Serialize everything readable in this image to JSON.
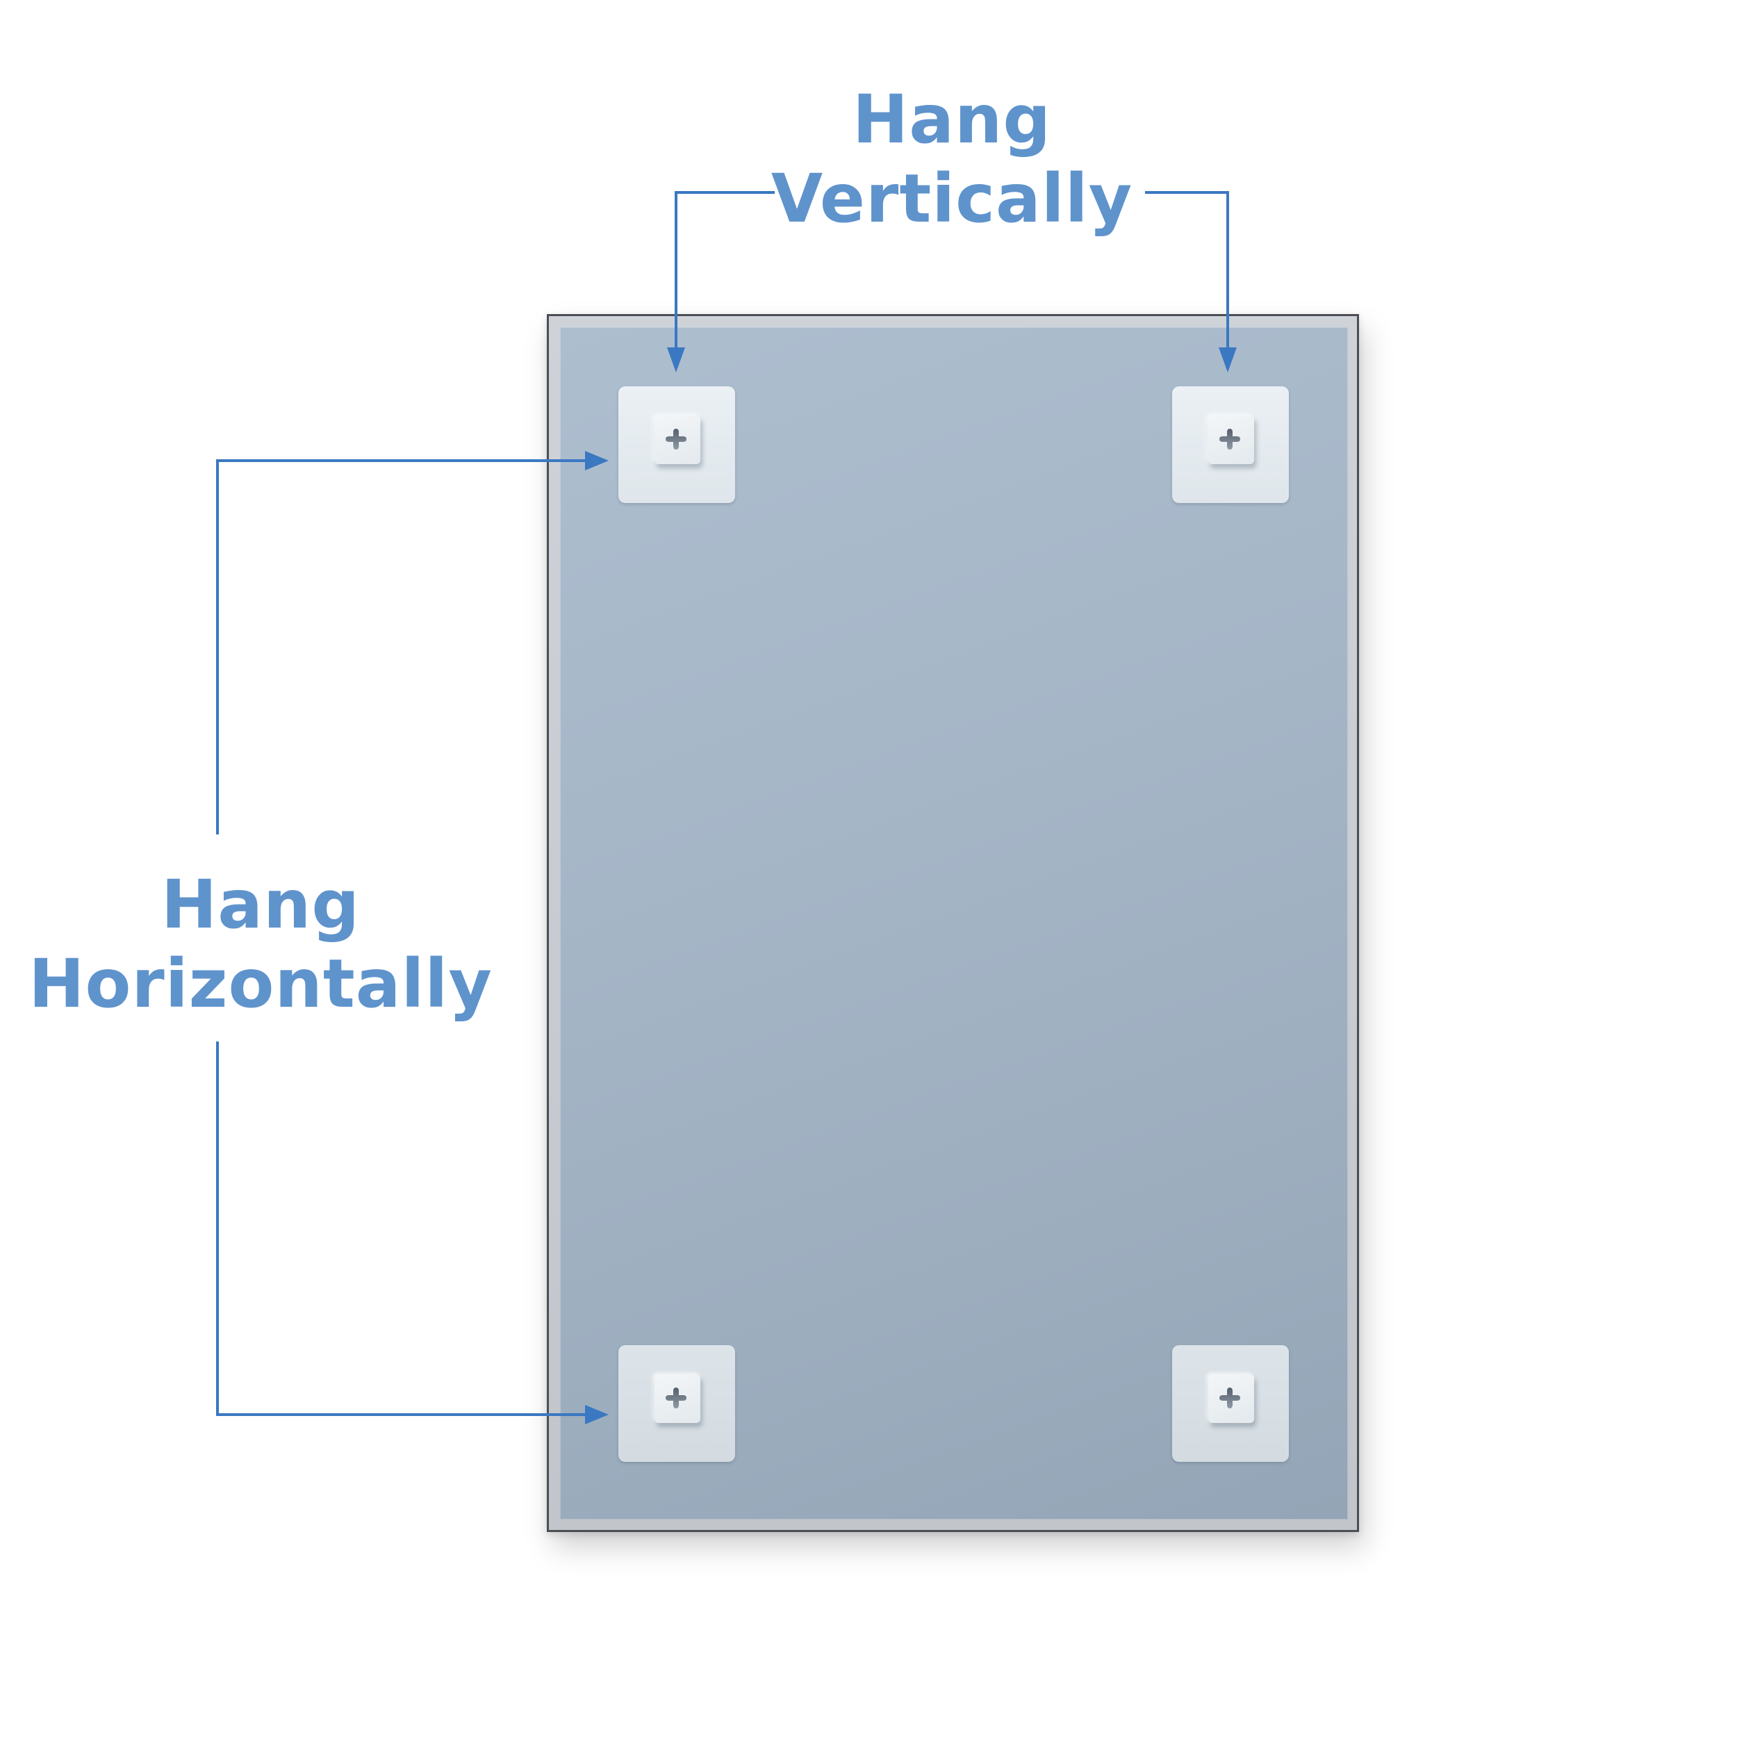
{
  "labels": {
    "vertical": {
      "line1": "Hang",
      "line2": "Vertically"
    },
    "horizontal": {
      "line1": "Hang",
      "line2": "Horizontally"
    }
  },
  "colors": {
    "label_text": "#5f93cc",
    "arrow": "#3a78c2",
    "frame": "#4b4f55",
    "glass_top": "#adbecf",
    "glass_bottom": "#93a5b6",
    "pad": "#e6ecf0"
  },
  "mirror": {
    "orientation": "portrait",
    "frame_color": "dark-gray",
    "hangers": [
      {
        "position": "top-left",
        "icon": "screw-hole-icon"
      },
      {
        "position": "top-right",
        "icon": "screw-hole-icon"
      },
      {
        "position": "bottom-left",
        "icon": "screw-hole-icon"
      },
      {
        "position": "bottom-right",
        "icon": "screw-hole-icon"
      }
    ]
  },
  "callouts": [
    {
      "label": "Hang Vertically",
      "targets": [
        "top-left",
        "top-right"
      ],
      "direction": "down"
    },
    {
      "label": "Hang Horizontally",
      "targets": [
        "top-left",
        "bottom-left"
      ],
      "direction": "right"
    }
  ]
}
